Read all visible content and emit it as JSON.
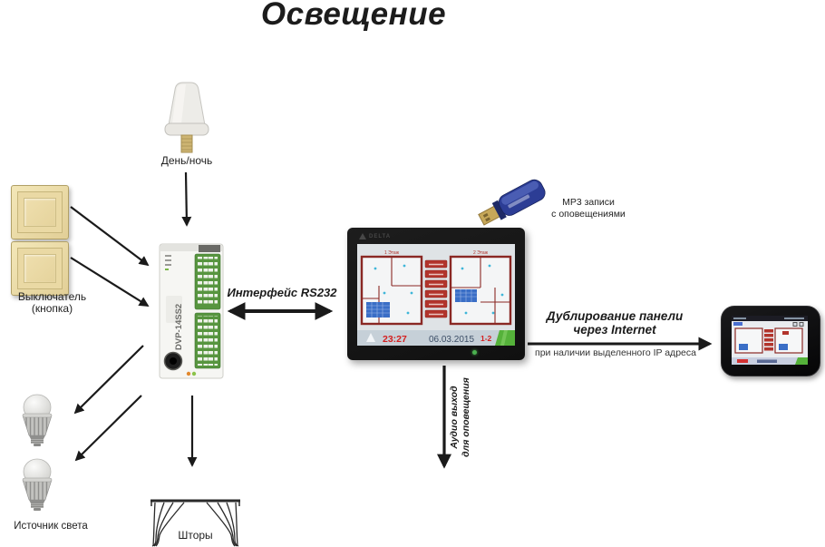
{
  "title": "Освещение",
  "colors": {
    "switch_cream": "#ead9a4",
    "plc_terminal_green": "#57953f",
    "screen_button_red": "#b2342c",
    "screen_pool_blue": "#3a6ec6",
    "usb_body_blue": "#2c3d95",
    "status_green": "#55b23a",
    "time_red": "#d42020",
    "date_navy": "#3c4e66"
  },
  "nodes": {
    "day_night": {
      "label": "День/ночь"
    },
    "wall_switch": {
      "label_line1": "Выключатель",
      "label_line2": "(кнопка)"
    },
    "plc": {
      "model": "DVP-14SS2"
    },
    "rs232_link": {
      "label": "Интерфейс RS232"
    },
    "mp3_usb": {
      "label_line1": "MP3 записи",
      "label_line2": "с оповещениями"
    },
    "hmi_panel": {
      "brand": "DELTA",
      "floor_left": "1 Этаж",
      "floor_right": "2 Этаж",
      "time": "23:27",
      "date": "06.03.2015",
      "zone": "1-2"
    },
    "audio_out": {
      "label_line1": "Аудио выход",
      "label_line2": "для оповещения"
    },
    "internet_link": {
      "label_line1": "Дублирование панели",
      "label_line2": "через Internet",
      "note": "при наличии выделенного IP адреса"
    },
    "light_source": {
      "label": "Источник света"
    },
    "curtains": {
      "label": "Шторы"
    }
  }
}
